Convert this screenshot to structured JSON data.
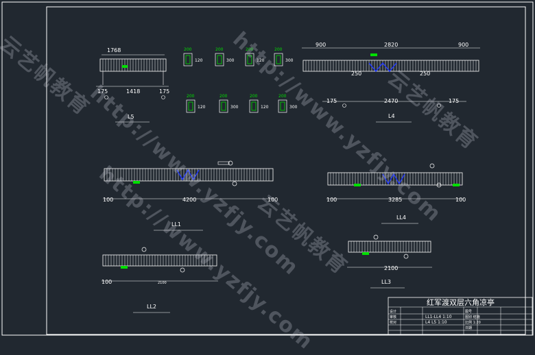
{
  "drawing": {
    "title": "红军渡双层六角凉亭",
    "scale_note_1": "LL1-LL4 1:10",
    "scale_note_2": "L4 L5 1:10",
    "titleblock_left_1": "设计",
    "titleblock_left_2": "审核",
    "titleblock_left_3": "校对",
    "titleblock_right_1": "图号",
    "titleblock_right_2": "图别 结施",
    "titleblock_right_3": "比例 1:20",
    "titleblock_right_4": "日期"
  },
  "beams": {
    "L5": {
      "label": "L5",
      "dim_top": "1768",
      "dim_left": "175",
      "dim_mid": "1418",
      "dim_right": "175"
    },
    "L4": {
      "label": "L4",
      "dim_top_left": "900",
      "dim_top_mid": "2820",
      "dim_top_right": "900",
      "dim_bot_left": "175",
      "dim_bot_mid": "2470",
      "dim_bot_right": "175",
      "note_l": "250",
      "note_r": "250"
    },
    "LL1": {
      "label": "LL1",
      "dim_left": "100",
      "dim_mid": "4200",
      "dim_right": "100"
    },
    "LL4": {
      "label": "LL4",
      "dim_left": "100",
      "dim_mid": "3285",
      "dim_right": "100"
    },
    "LL2": {
      "label": "LL2",
      "dim_left": "100",
      "dim_mid": "2100"
    },
    "LL3": {
      "label": "LL3",
      "dim_mid": "2100"
    }
  },
  "sections": {
    "w200": "200",
    "h300": "300",
    "h120": "120"
  },
  "watermarks": {
    "site": "http://www.yzfjy.com",
    "brand": "云艺帆教育"
  },
  "colors": {
    "background": "#212830",
    "linework": "#ffffff",
    "rebar_green": "#00e000",
    "accent_blue": "#2038ff"
  }
}
